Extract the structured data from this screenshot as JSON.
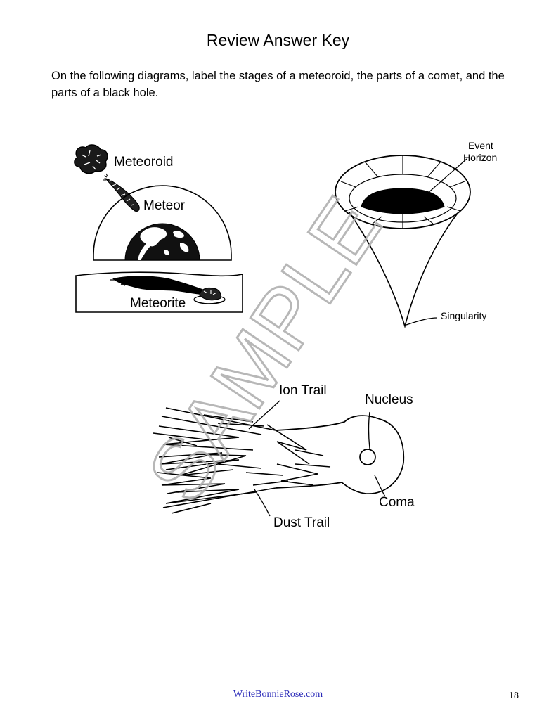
{
  "page": {
    "title": "Review Answer Key",
    "instructions": "On the following diagrams, label the stages of a meteoroid, the parts of a comet, and the parts of a black hole.",
    "footer_link": "WriteBonnieRose.com",
    "page_number": "18",
    "watermark": "SAMPLE"
  },
  "meteoroid_diagram": {
    "labels": {
      "meteoroid": "Meteoroid",
      "meteor": "Meteor",
      "meteorite": "Meteorite"
    }
  },
  "black_hole_diagram": {
    "labels": {
      "event_horizon_line1": "Event",
      "event_horizon_line2": "Horizon",
      "singularity": "Singularity"
    }
  },
  "comet_diagram": {
    "labels": {
      "ion_trail": "Ion Trail",
      "nucleus": "Nucleus",
      "coma": "Coma",
      "dust_trail": "Dust Trail"
    }
  }
}
